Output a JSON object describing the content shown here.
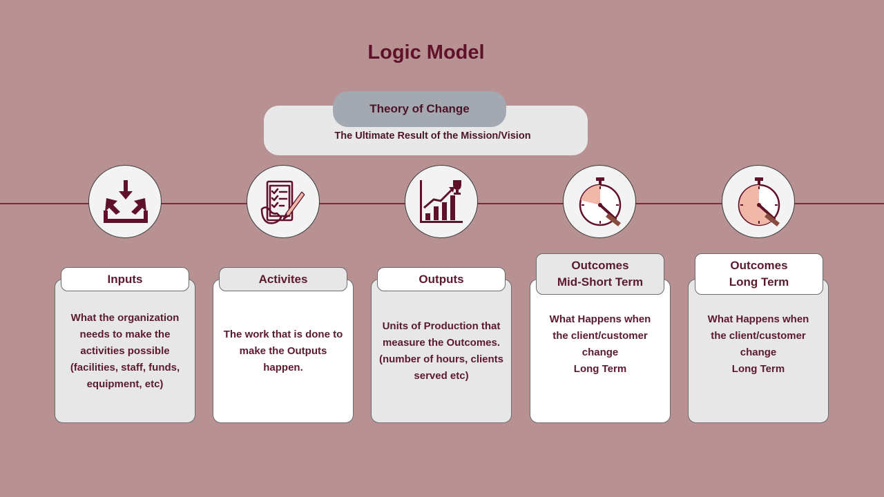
{
  "title": "Logic Model",
  "theory": {
    "label": "Theory of Change",
    "subtitle": "The Ultimate Result of the Mission/Vision"
  },
  "colors": {
    "background": "#b89193",
    "accent": "#5e1128",
    "pill": "#a3a8b1",
    "icon_fill": "#f1b7a8"
  },
  "stages": [
    {
      "icon": "inbox-download-icon",
      "label": "Inputs",
      "description": "What the organization\nneeds to make the\nactivities  possible\n(facilities, staff, funds,\nequipment, etc)"
    },
    {
      "icon": "checklist-pen-icon",
      "label": "Activites",
      "description": "The work that is done to\nmake the Outputs\nhappen."
    },
    {
      "icon": "growth-chart-trophy-icon",
      "label": "Outputs",
      "description": "Units of Production  that\nmeasure  the Outcomes.\n(number of hours, clients\nserved etc)"
    },
    {
      "icon": "stopwatch-quarter-icon",
      "label": "Outcomes\nMid-Short Term",
      "description": "What Happens when\nthe client/customer\nchange\nLong Term"
    },
    {
      "icon": "stopwatch-three-quarter-icon",
      "label": "Outcomes\nLong Term",
      "description": "What Happens when\nthe client/customer\nchange\nLong Term"
    }
  ]
}
